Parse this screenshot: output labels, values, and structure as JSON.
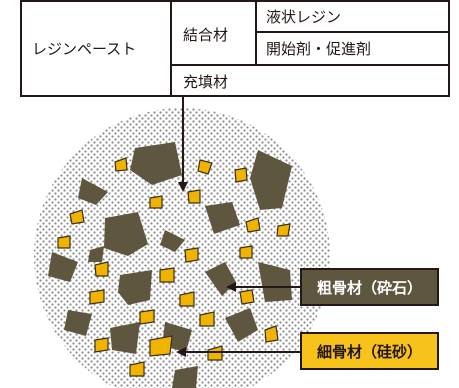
{
  "table": {
    "root": "レジンペースト",
    "binder": "結合材",
    "binder_items": [
      "液状レジン",
      "開始剤・促進剤"
    ],
    "filler": "充填材"
  },
  "labels": {
    "coarse": "粗骨材（砕石）",
    "fine": "細骨材（硅砂）"
  },
  "colors": {
    "ink": "#231815",
    "coarse_fill": "#5f5640",
    "fine_fill": "#f0b400",
    "fine_stroke": "#3a2f1d",
    "paste_dot": "#8b8b8b",
    "coarse_label_bg": "#5f5640",
    "coarse_label_text": "#ffffff",
    "fine_label_bg": "#f7c31a",
    "fine_label_text": "#231815"
  }
}
